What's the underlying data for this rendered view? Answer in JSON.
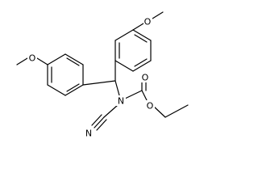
{
  "molecule": {
    "atoms": {
      "o_top": "O",
      "o_left": "O",
      "n_center": "N",
      "o_carbonyl": "O",
      "o_ester": "O",
      "n_nitrile": "N"
    }
  }
}
